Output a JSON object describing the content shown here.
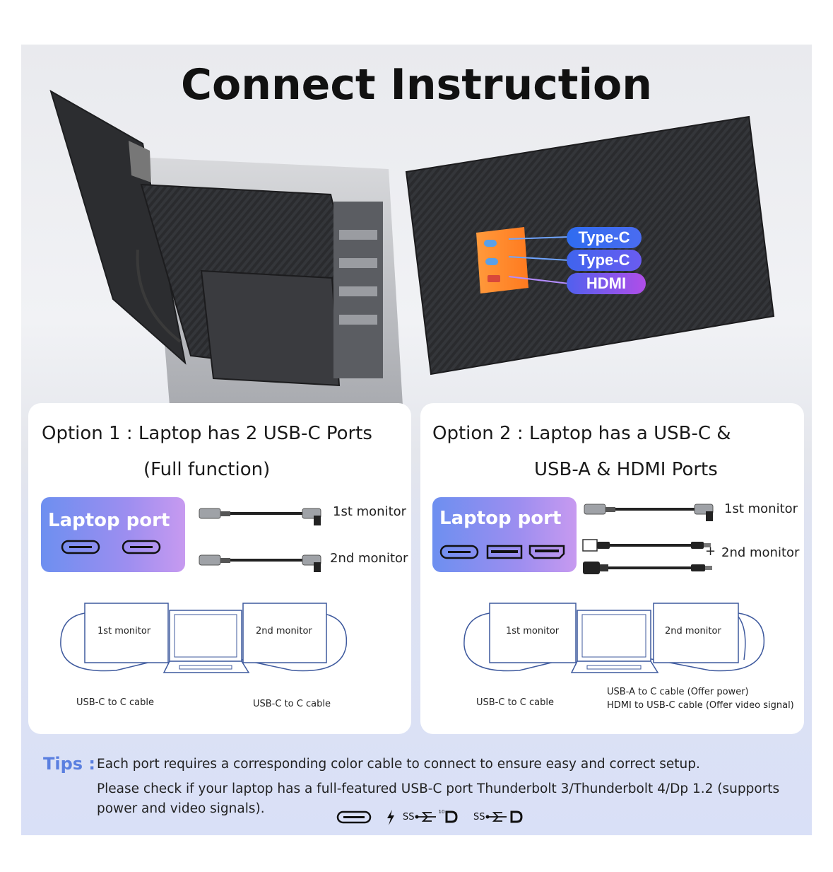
{
  "title": "Connect Instruction",
  "hero": {
    "port_labels": [
      {
        "text": "Type-C",
        "color": "#3f6fe8"
      },
      {
        "text": "Type-C",
        "color": "#5b63e6"
      },
      {
        "text": "HDMI",
        "color": "#9a52e8"
      }
    ]
  },
  "option1": {
    "title_line1": "Option 1 : Laptop has 2 USB-C Ports",
    "title_line2": "(Full function)",
    "laptop_port_label": "Laptop port",
    "cables": [
      "1st monitor",
      "2nd monitor"
    ],
    "diagram": {
      "monitor_left": "1st monitor",
      "monitor_right": "2nd monitor",
      "cable_left": "USB-C to C cable",
      "cable_right": "USB-C to C cable"
    }
  },
  "option2": {
    "title_line1": "Option 2 : Laptop has a USB-C &",
    "title_line2": "USB-A & HDMI Ports",
    "laptop_port_label": "Laptop port",
    "cables": [
      "1st monitor",
      "2nd monitor"
    ],
    "plus": "+",
    "diagram": {
      "monitor_left": "1st monitor",
      "monitor_right": "2nd monitor",
      "cable_left": "USB-C to C cable",
      "cable_right_line1": "USB-A to C cable (Offer power)",
      "cable_right_line2": "HDMI to USB-C cable (Offer video signal)"
    }
  },
  "tips": {
    "label": "Tips :",
    "line1": "Each port requires a corresponding color cable to connect to ensure easy and correct setup.",
    "line2": "Please check if your laptop has a full-featured USB-C port Thunderbolt 3/Thunderbolt 4/Dp 1.2 (supports",
    "line3": "power and video signals).",
    "icons": [
      "usb-c-port-icon",
      "thunderbolt-icon",
      "ss-usb-10-dp-icon",
      "ss-usb-dp-icon"
    ],
    "icon_ss1": "SS",
    "icon_ss1_sup": "10",
    "icon_ss2": "SS"
  },
  "colors": {
    "accent_blue": "#5a7fe0",
    "laptop_port_gradient_start": "#6d8ff0",
    "laptop_port_gradient_end": "#c79af0"
  }
}
